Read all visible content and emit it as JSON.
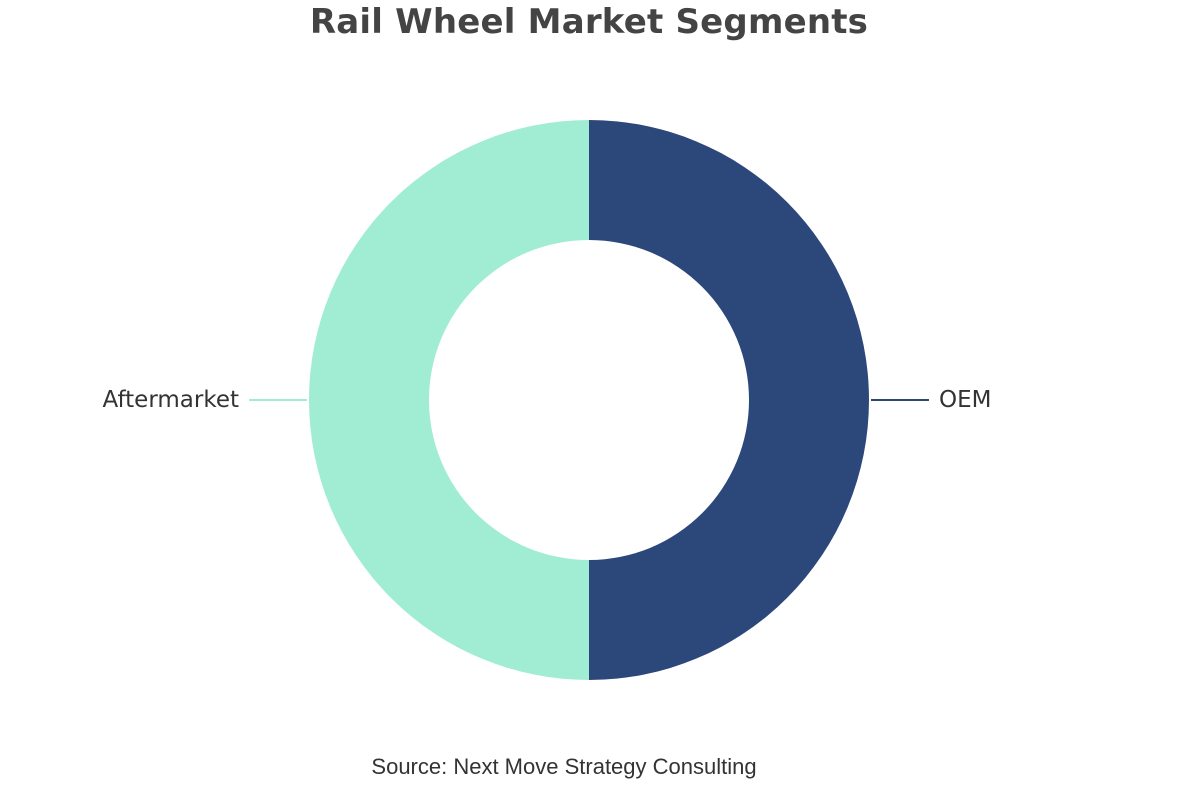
{
  "chart_data": {
    "type": "pie",
    "style": "donut",
    "title": "Rail Wheel Market Segments",
    "slices": [
      {
        "label": "OEM",
        "value": 50,
        "color": "#2C477A"
      },
      {
        "label": "Aftermarket",
        "value": 50,
        "color": "#A1EDD3"
      }
    ],
    "legend": "none",
    "labels_position": "outside-with-leader-lines"
  },
  "source": "Source: Next Move Strategy Consulting"
}
